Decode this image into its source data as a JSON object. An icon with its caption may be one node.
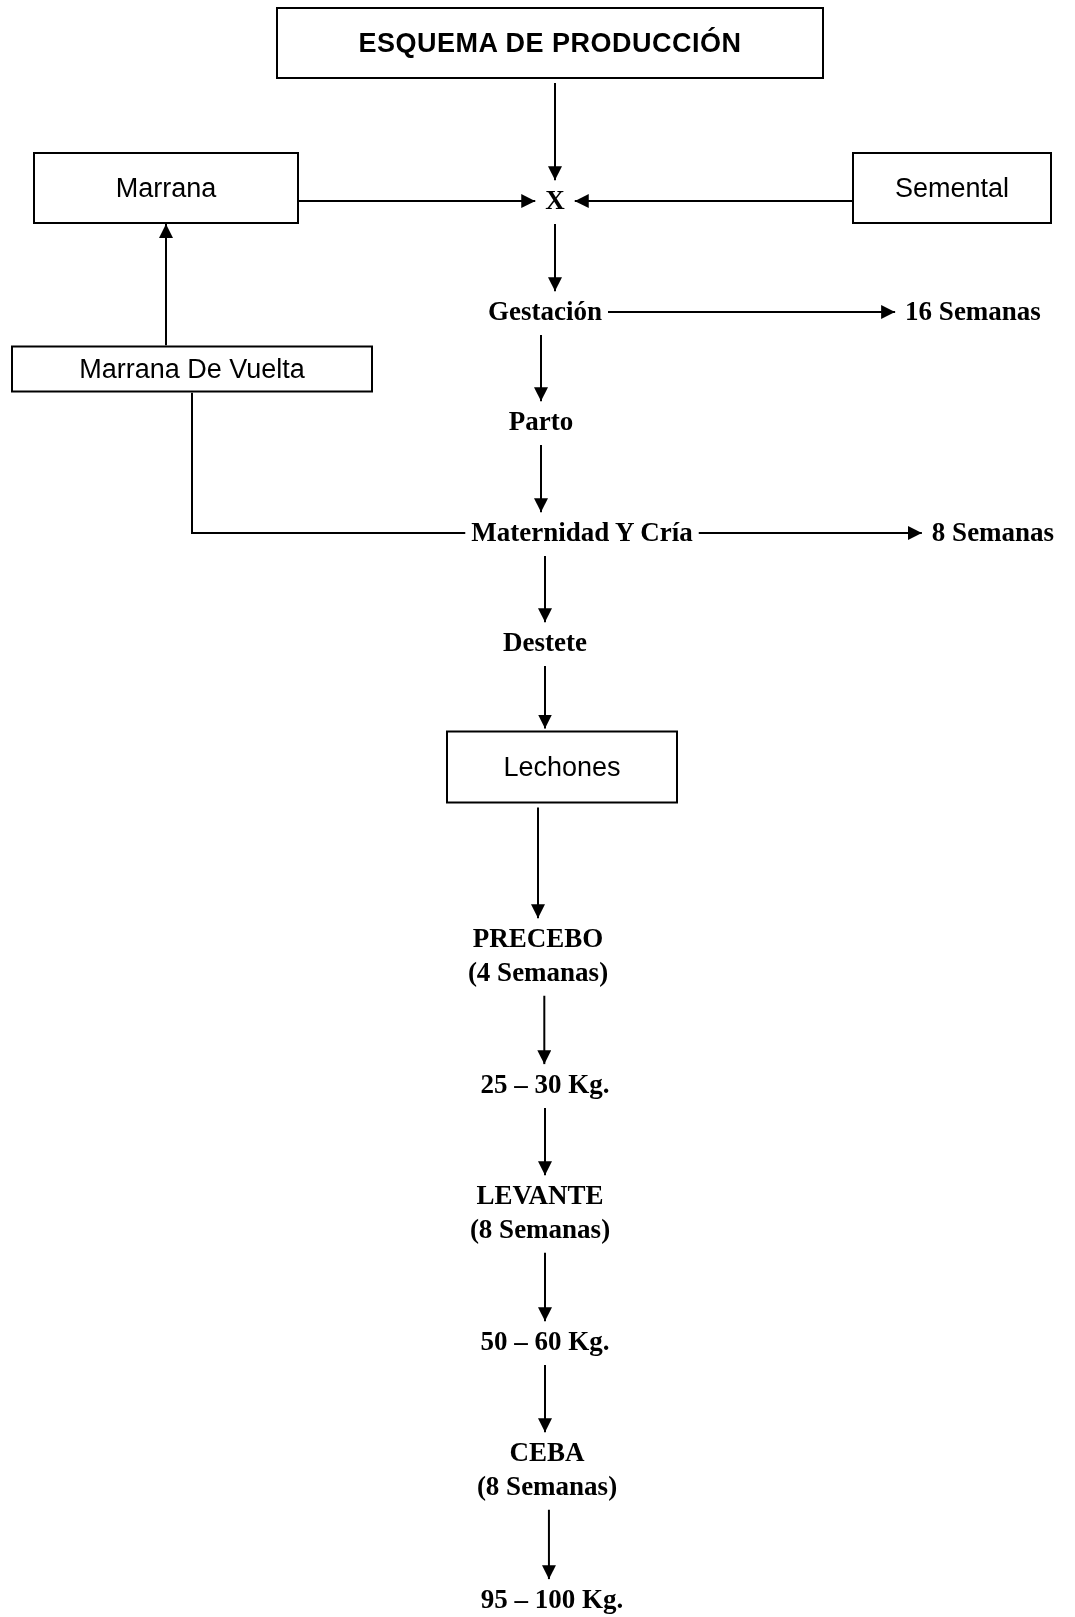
{
  "diagram": {
    "nodes": [
      {
        "text": [
          "ESQUEMA DE PRODUCCIÓN"
        ]
      },
      {
        "text": [
          "Marrana"
        ]
      },
      {
        "text": [
          "X"
        ]
      },
      {
        "text": [
          "Semental"
        ]
      },
      {
        "text": [
          "Gestación"
        ]
      },
      {
        "text": [
          "16 Semanas"
        ]
      },
      {
        "text": [
          "Marrana De Vuelta"
        ]
      },
      {
        "text": [
          "Parto"
        ]
      },
      {
        "text": [
          "Maternidad Y Cría"
        ]
      },
      {
        "text": [
          "8 Semanas"
        ]
      },
      {
        "text": [
          "Destete"
        ]
      },
      {
        "text": [
          "Lechones"
        ]
      },
      {
        "text": [
          "PRECEBO",
          "(4 Semanas)"
        ]
      },
      {
        "text": [
          "25 – 30 Kg."
        ]
      },
      {
        "text": [
          "LEVANTE",
          "(8 Semanas)"
        ]
      },
      {
        "text": [
          "50 – 60 Kg."
        ]
      },
      {
        "text": [
          "CEBA",
          "(8 Semanas)"
        ]
      },
      {
        "text": [
          "95 – 100 Kg."
        ]
      }
    ],
    "edges": [
      {
        "from": 0,
        "to": 2,
        "arrow": "to"
      },
      {
        "from": 1,
        "to": 2,
        "arrow": "to"
      },
      {
        "from": 3,
        "to": 2,
        "arrow": "to"
      },
      {
        "from": 2,
        "to": 4,
        "arrow": "to"
      },
      {
        "from": 4,
        "to": 5,
        "arrow": "to"
      },
      {
        "from": 4,
        "to": 7,
        "arrow": "to"
      },
      {
        "from": 7,
        "to": 8,
        "arrow": "to"
      },
      {
        "from": 8,
        "to": 9,
        "arrow": "to"
      },
      {
        "from": 8,
        "to": 6,
        "arrow": "none"
      },
      {
        "from": 6,
        "to": 1,
        "arrow": "to"
      },
      {
        "from": 8,
        "to": 10,
        "arrow": "to"
      },
      {
        "from": 10,
        "to": 11,
        "arrow": "to"
      },
      {
        "from": 11,
        "to": 12,
        "arrow": "to"
      },
      {
        "from": 12,
        "to": 13,
        "arrow": "to"
      },
      {
        "from": 13,
        "to": 14,
        "arrow": "to"
      },
      {
        "from": 14,
        "to": 15,
        "arrow": "to"
      },
      {
        "from": 15,
        "to": 16,
        "arrow": "to"
      },
      {
        "from": 16,
        "to": 17,
        "arrow": "to"
      }
    ]
  }
}
